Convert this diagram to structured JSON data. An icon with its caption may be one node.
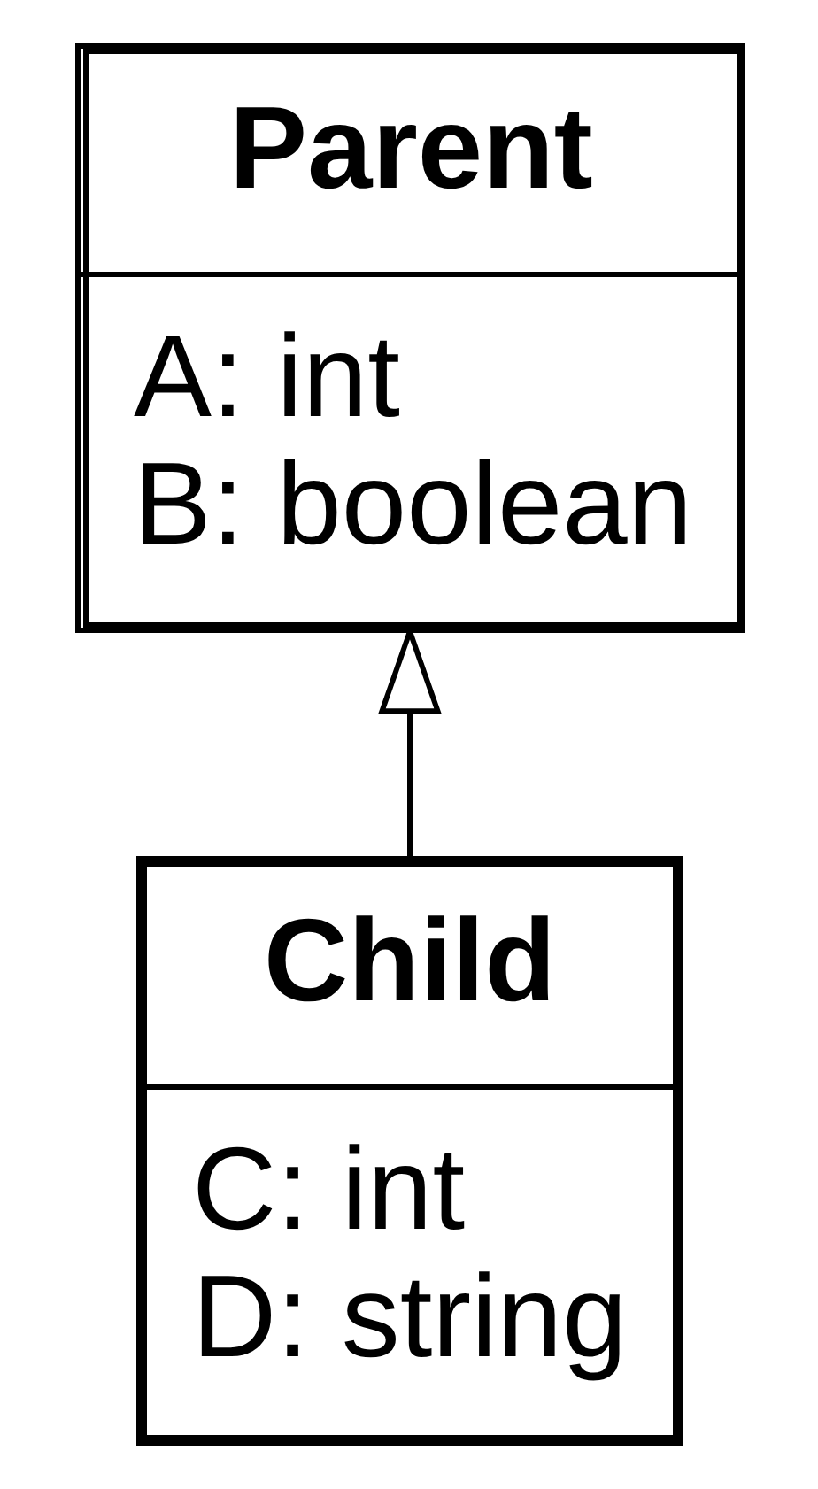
{
  "diagram": {
    "nodes": [
      {
        "text": [
          "Parent",
          "A: int",
          "B: boolean"
        ]
      },
      {
        "text": [
          "Child",
          "C: int",
          "D: string"
        ]
      }
    ],
    "edges": [
      {
        "from": 1,
        "to": 0,
        "arrow": "to"
      }
    ]
  }
}
